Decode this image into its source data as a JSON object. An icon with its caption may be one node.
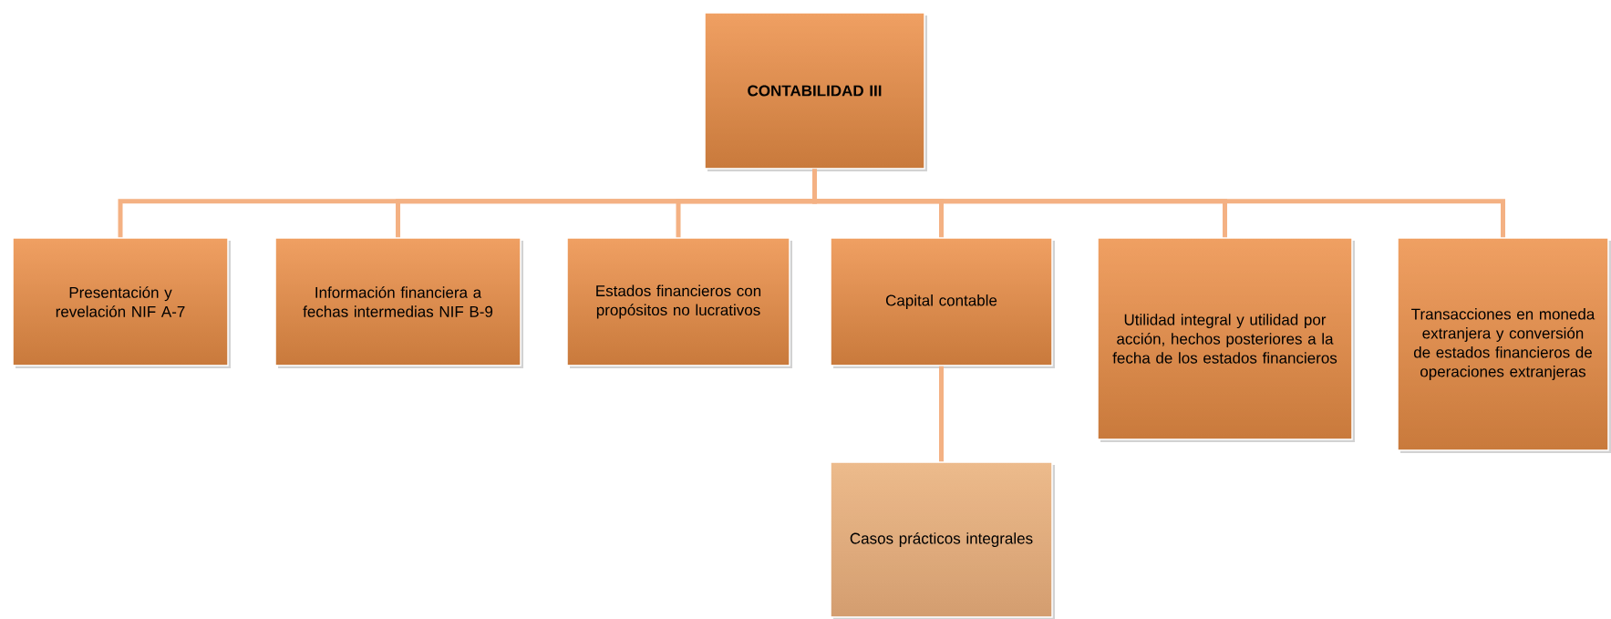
{
  "diagram": {
    "nodes": [
      {
        "text": [
          "CONTABILIDAD III"
        ]
      },
      {
        "text": [
          "Presentación y revelación NIF A-7"
        ]
      },
      {
        "text": [
          "Información financiera a fechas intermedias NIF B-9"
        ]
      },
      {
        "text": [
          "Estados financieros con propósitos no lucrativos"
        ]
      },
      {
        "text": [
          "Capital contable"
        ]
      },
      {
        "text": [
          "Utilidad integral y utilidad por acción, hechos posteriores a la fecha de los estados financieros"
        ]
      },
      {
        "text": [
          "Transacciones en moneda extranjera y conversión de estados financieros de operaciones extranjeras"
        ]
      },
      {
        "text": [
          "Casos prácticos integrales"
        ]
      }
    ],
    "edges": [
      {
        "from": 0,
        "to": 1,
        "arrow": "none"
      },
      {
        "from": 0,
        "to": 2,
        "arrow": "none"
      },
      {
        "from": 0,
        "to": 3,
        "arrow": "none"
      },
      {
        "from": 0,
        "to": 4,
        "arrow": "none"
      },
      {
        "from": 0,
        "to": 5,
        "arrow": "none"
      },
      {
        "from": 0,
        "to": 6,
        "arrow": "none"
      },
      {
        "from": 4,
        "to": 7,
        "arrow": "none"
      }
    ]
  }
}
